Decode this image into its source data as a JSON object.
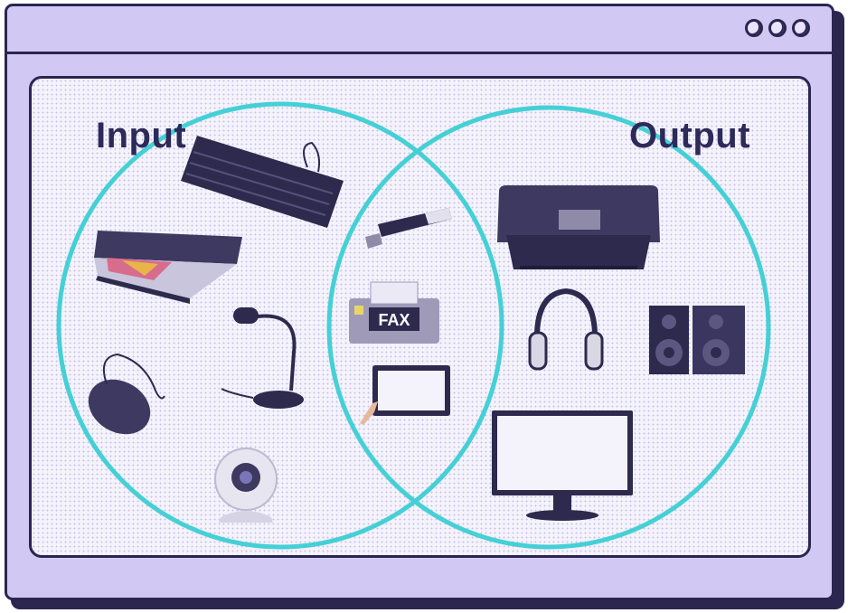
{
  "diagram": {
    "input_label": "Input",
    "output_label": "Output",
    "circle_color": "#45d0d6",
    "input_devices": [
      "keyboard-icon",
      "scanner-icon",
      "microphone-icon",
      "mouse-icon",
      "webcam-icon"
    ],
    "shared_devices": [
      "usb-drive-icon",
      "fax-machine-icon",
      "touchscreen-tablet-icon"
    ],
    "output_devices": [
      "printer-icon",
      "headphones-icon",
      "speakers-icon",
      "monitor-icon"
    ],
    "fax_text": "FAX"
  },
  "window": {
    "bg_color": "#d2c8f4",
    "border_color": "#2a2650",
    "controls": [
      "minimize-button",
      "maximize-button",
      "close-button"
    ]
  }
}
